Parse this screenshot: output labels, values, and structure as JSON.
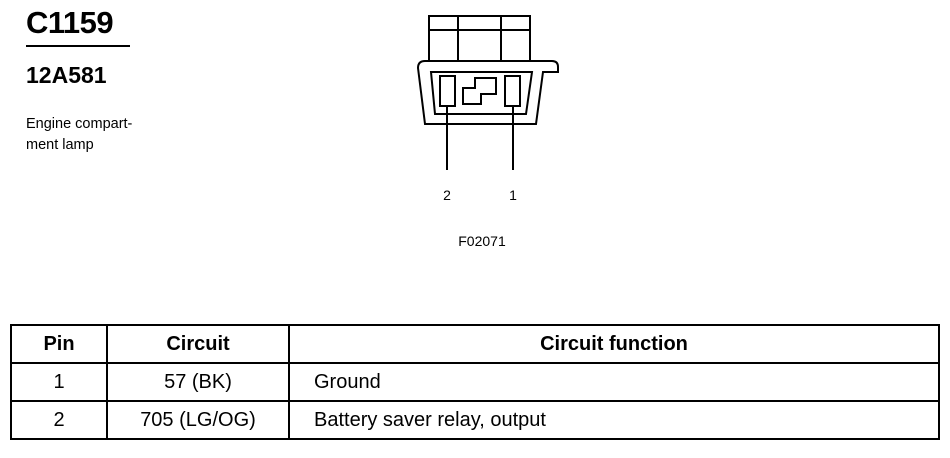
{
  "connector": {
    "id": "C1159",
    "part_number": "12A581",
    "description_lines": [
      "Engine compart-",
      "ment lamp"
    ]
  },
  "diagram": {
    "pin_labels": [
      "2",
      "1"
    ],
    "figure_id": "F02071"
  },
  "table": {
    "headers": [
      "Pin",
      "Circuit",
      "Circuit function"
    ],
    "rows": [
      {
        "pin": "1",
        "circuit": "57 (BK)",
        "function": "Ground"
      },
      {
        "pin": "2",
        "circuit": "705 (LG/OG)",
        "function": "Battery saver relay, output"
      }
    ]
  }
}
